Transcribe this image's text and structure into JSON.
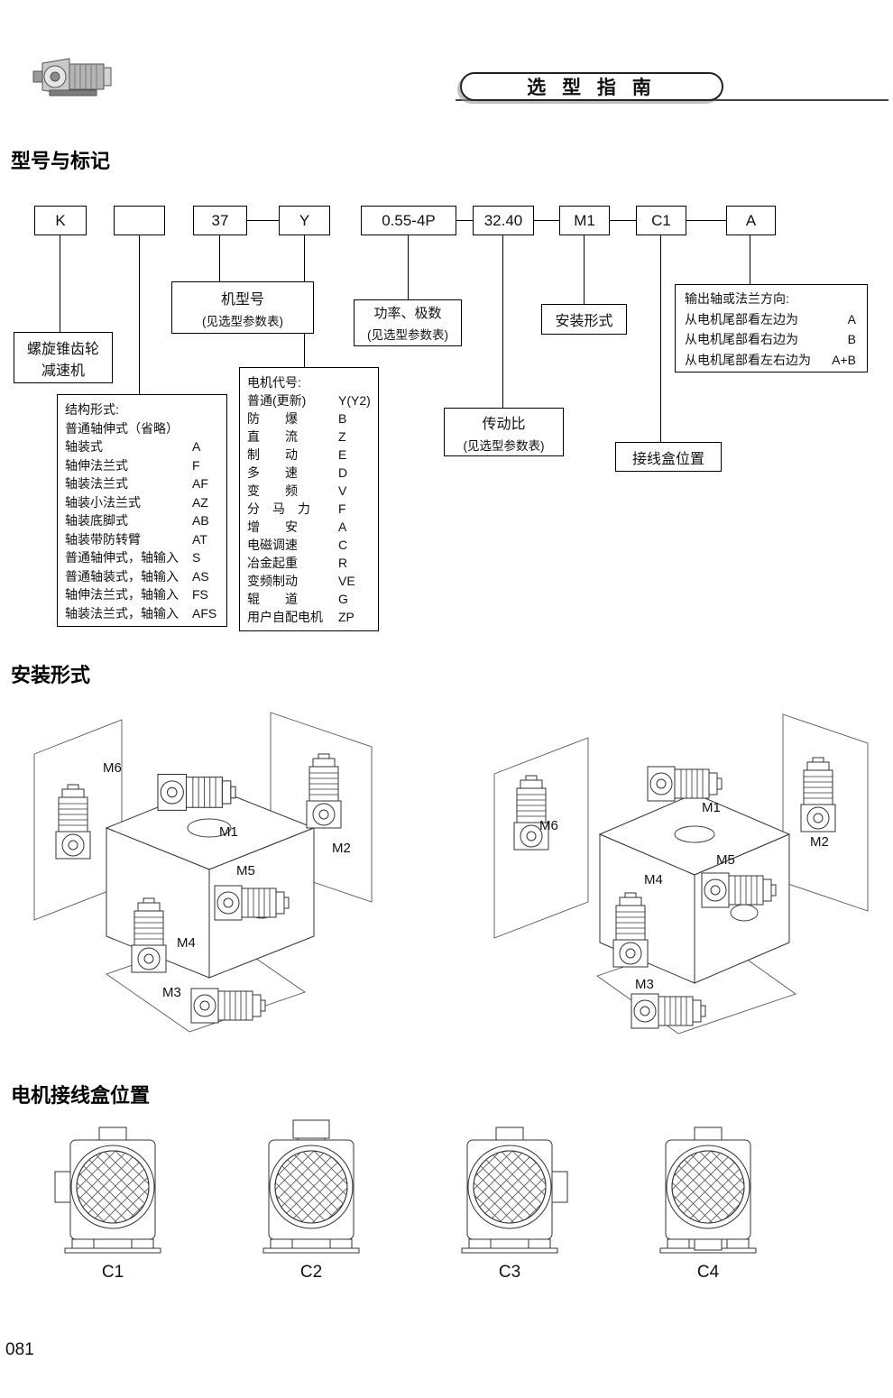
{
  "page": {
    "number": "081"
  },
  "header": {
    "title": "选 型 指 南"
  },
  "model_section": {
    "heading": "型号与标记",
    "code": {
      "series": "K",
      "structure": "",
      "model": "37",
      "motor": "Y",
      "power": "0.55-4P",
      "ratio": "32.40",
      "mounting": "M1",
      "terminal": "C1",
      "direction": "A"
    },
    "reducer_note": [
      "螺旋锥齿轮",
      "减速机"
    ],
    "model_note": [
      "机型号",
      "(见选型参数表)"
    ],
    "power_note": [
      "功率、极数",
      "(见选型参数表)"
    ],
    "mounting_note": "安装形式",
    "ratio_note": [
      "传动比",
      "(见选型参数表)"
    ],
    "terminal_note": "接线盒位置",
    "direction_note": {
      "title": "输出轴或法兰方向:",
      "rows": [
        {
          "label": "从电机尾部看左边为",
          "code": "A"
        },
        {
          "label": "从电机尾部看右边为",
          "code": "B"
        },
        {
          "label": "从电机尾部看左右边为",
          "code": "A+B"
        }
      ]
    },
    "structure_note": {
      "title": "结构形式:",
      "rows": [
        {
          "label": "普通轴伸式（省略）",
          "code": ""
        },
        {
          "label": "轴装式",
          "code": "A"
        },
        {
          "label": "轴伸法兰式",
          "code": "F"
        },
        {
          "label": "轴装法兰式",
          "code": "AF"
        },
        {
          "label": "轴装小法兰式",
          "code": "AZ"
        },
        {
          "label": "轴装底脚式",
          "code": "AB"
        },
        {
          "label": "轴装带防转臂",
          "code": "AT"
        },
        {
          "label": "普通轴伸式，轴输入",
          "code": "S"
        },
        {
          "label": "普通轴装式，轴输入",
          "code": "AS"
        },
        {
          "label": "轴伸法兰式，轴输入",
          "code": "FS"
        },
        {
          "label": "轴装法兰式，轴输入",
          "code": "AFS"
        }
      ]
    },
    "motor_note": {
      "title": "电机代号:",
      "rows": [
        {
          "label": "普通(更新)",
          "code": "Y(Y2)"
        },
        {
          "label": "防　　爆",
          "code": "B"
        },
        {
          "label": "直　　流",
          "code": "Z"
        },
        {
          "label": "制　　动",
          "code": "E"
        },
        {
          "label": "多　　速",
          "code": "D"
        },
        {
          "label": "变　　频",
          "code": "V"
        },
        {
          "label": "分　马　力",
          "code": "F"
        },
        {
          "label": "增　　安",
          "code": "A"
        },
        {
          "label": "电磁调速",
          "code": "C"
        },
        {
          "label": "冶金起重",
          "code": "R"
        },
        {
          "label": "变频制动",
          "code": "VE"
        },
        {
          "label": "辊　　道",
          "code": "G"
        },
        {
          "label": "用户自配电机",
          "code": "ZP"
        }
      ]
    }
  },
  "mounting_section": {
    "heading": "安装形式",
    "left": {
      "m1": "M1",
      "m2": "M2",
      "m3": "M3",
      "m4": "M4",
      "m5": "M5",
      "m6": "M6"
    },
    "right": {
      "m1": "M1",
      "m2": "M2",
      "m3": "M3",
      "m4": "M4",
      "m5": "M5",
      "m6": "M6"
    }
  },
  "terminal_section": {
    "heading": "电机接线盒位置",
    "labels": [
      "C1",
      "C2",
      "C3",
      "C4"
    ]
  }
}
